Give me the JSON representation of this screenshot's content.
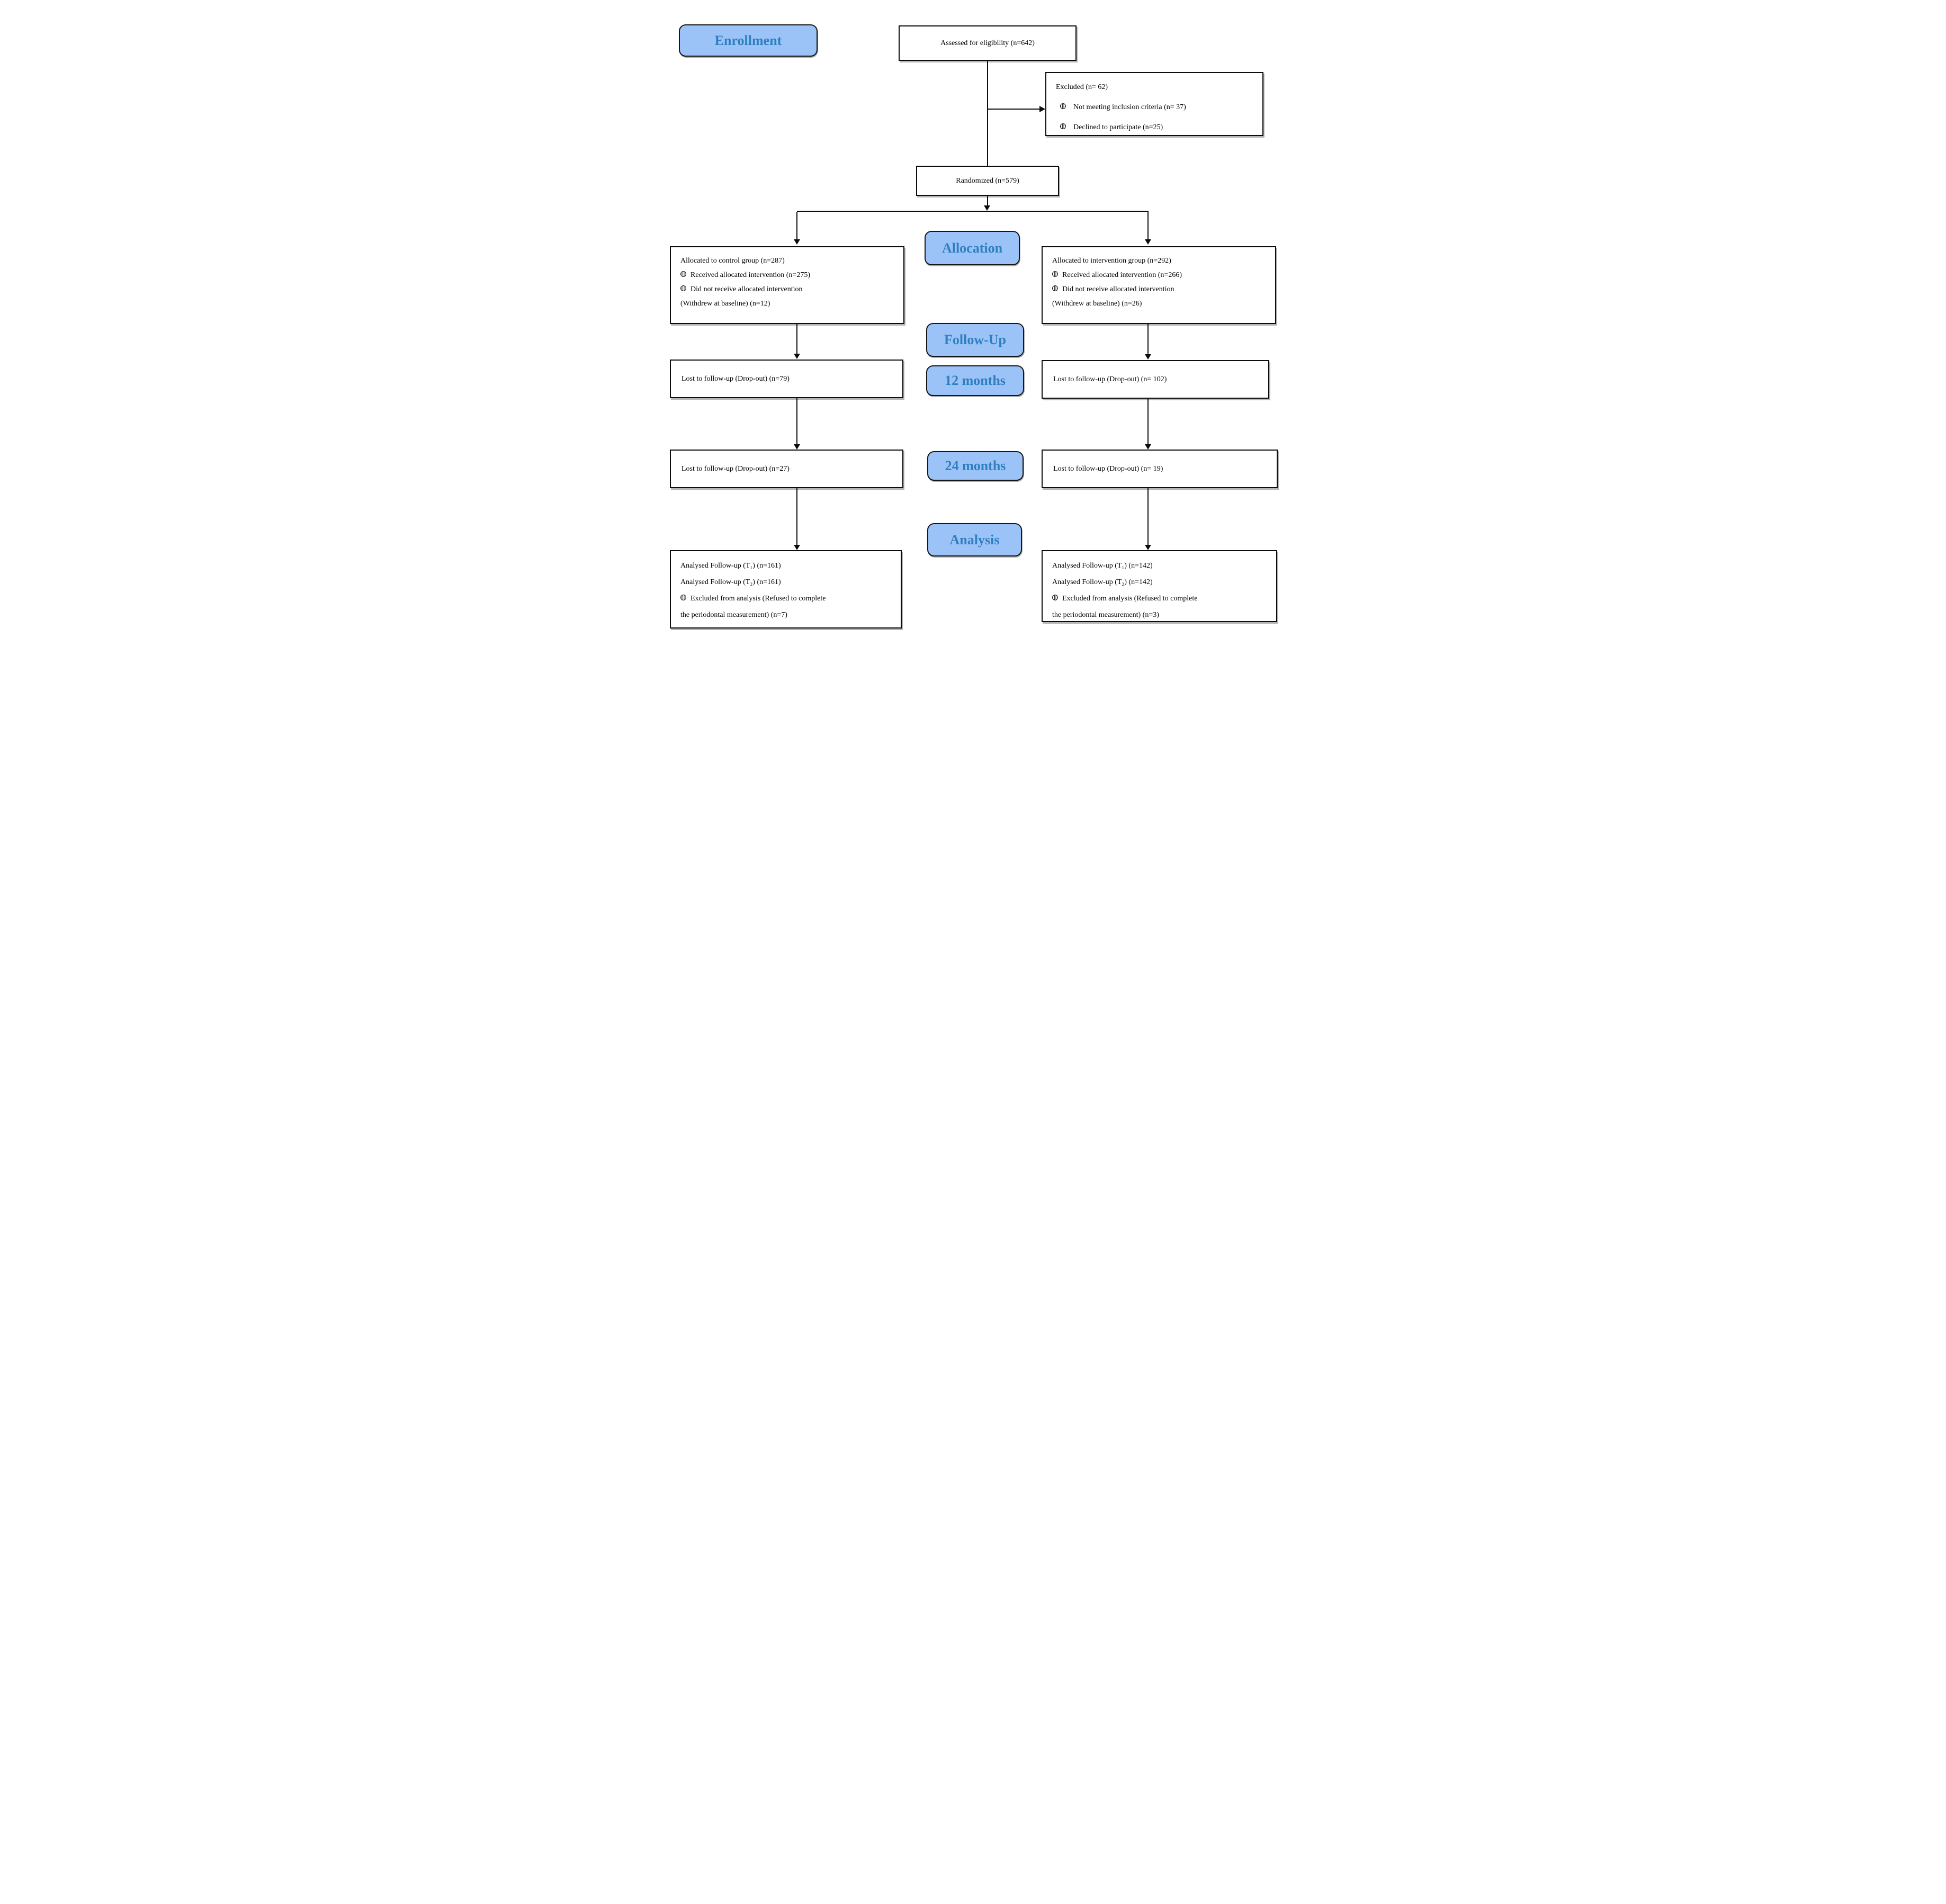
{
  "colors": {
    "badge_fill": "#9CC3F7",
    "badge_text": "#2E7FBF",
    "badge_border": "#161616",
    "box_border": "#0c0c0c",
    "connector": "#0d0d0d"
  },
  "badges": {
    "enrollment": "Enrollment",
    "allocation": "Allocation",
    "follow_up": "Follow-Up",
    "twelve_months": "12 months",
    "twenty_four_months": "24 months",
    "analysis": "Analysis"
  },
  "boxes": {
    "assessed": {
      "text": "Assessed for eligibility (n=642)"
    },
    "excluded": {
      "title": "Excluded (n= 62)",
      "items": [
        "Not meeting inclusion criteria (n= 37)",
        "Declined to participate (n=25)"
      ]
    },
    "randomized": {
      "text": "Randomized (n=579)"
    },
    "alloc_control": {
      "title": "Allocated to control group (n=287)",
      "items": [
        "Received allocated intervention (n=275)",
        "Did not receive allocated intervention"
      ],
      "continuation": "(Withdrew at baseline) (n=12)"
    },
    "alloc_intervention": {
      "title": "Allocated to intervention group (n=292)",
      "items": [
        "Received allocated intervention (n=266)",
        "Did not receive allocated intervention"
      ],
      "continuation": "(Withdrew at baseline) (n=26)"
    },
    "lost12_control": {
      "text": "Lost to follow-up (Drop-out) (n=79)"
    },
    "lost12_intervention": {
      "text": "Lost to follow-up (Drop-out) (n= 102)"
    },
    "lost24_control": {
      "text": "Lost to follow-up (Drop-out) (n=27)"
    },
    "lost24_intervention": {
      "text": "Lost to follow-up (Drop-out) (n= 19)"
    },
    "analysis_control": {
      "line1": "Analysed Follow-up (T₁) (n=161)",
      "line2": "Analysed Follow-up (T₂) (n=161)",
      "bullet_line": "Excluded from analysis (Refused to complete",
      "continuation": "the periodontal measurement) (n=7)"
    },
    "analysis_intervention": {
      "line1": "Analysed Follow-up (T₁) (n=142)",
      "line2": "Analysed Follow-up (T₂) (n=142)",
      "bullet_line": "Excluded from analysis (Refused to complete",
      "continuation": "the periodontal measurement) (n=3)"
    }
  }
}
